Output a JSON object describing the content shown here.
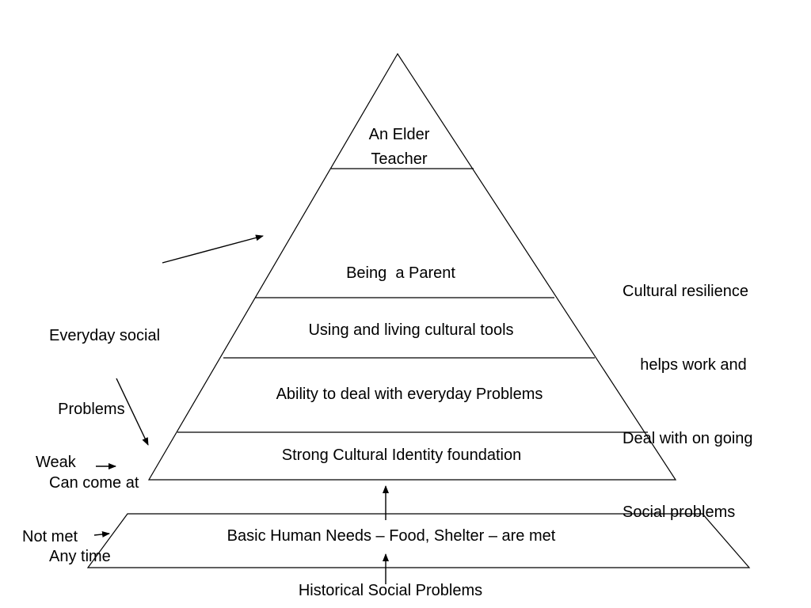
{
  "pyramid": {
    "levels": [
      {
        "lines": [
          "An Elder",
          "Teacher"
        ]
      },
      {
        "lines": [
          "Being  a Parent"
        ]
      },
      {
        "lines": [
          "Using and living cultural tools"
        ]
      },
      {
        "lines": [
          "Ability to deal with everyday Problems"
        ]
      },
      {
        "lines": [
          "Strong Cultural Identity foundation"
        ]
      }
    ]
  },
  "base": {
    "label": "Basic Human Needs – Food, Shelter – are met"
  },
  "annotations": {
    "everyday_problems": [
      "Everyday social",
      "  Problems",
      "Can come at",
      "Any time"
    ],
    "resilience": [
      "Cultural resilience",
      "    helps work and",
      "Deal with on going",
      "Social problems"
    ],
    "weak": "Weak",
    "not_met": "Not met",
    "historical": "Historical Social Problems"
  },
  "colors": {
    "line": "#000000",
    "background": "#ffffff"
  }
}
